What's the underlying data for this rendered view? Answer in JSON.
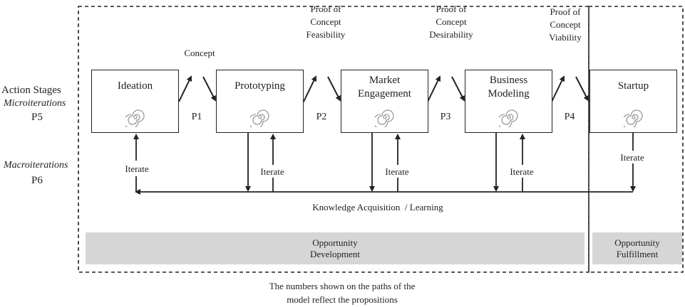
{
  "side_labels": {
    "action_stages": "Action Stages",
    "microiterations": "Microiterations",
    "p5": "P5",
    "macroiterations": "Macroiterations",
    "p6": "P6"
  },
  "stages": [
    {
      "title_lines": [
        "Ideation"
      ]
    },
    {
      "title_lines": [
        "Prototyping"
      ]
    },
    {
      "title_lines": [
        "Market",
        "Engagement"
      ]
    },
    {
      "title_lines": [
        "Business",
        "Modeling"
      ]
    },
    {
      "title_lines": [
        "Startup"
      ]
    }
  ],
  "transitions": [
    {
      "label_lines": [
        "Concept"
      ],
      "prop": "P1"
    },
    {
      "label_lines": [
        "Proof of",
        "Concept",
        "Feasibility"
      ],
      "prop": "P2"
    },
    {
      "label_lines": [
        "Proof of",
        "Concept",
        "Desirability"
      ],
      "prop": "P3"
    },
    {
      "label_lines": [
        "Proof of",
        "Concept",
        "Viability"
      ],
      "prop": "P4"
    }
  ],
  "iterate_label": "Iterate",
  "learning_label": "Knowledge Acquisition  / Learning",
  "bands": {
    "development": [
      "Opportunity",
      "Development"
    ],
    "fulfillment": [
      "Opportunity",
      "Fulfillment"
    ]
  },
  "caption": [
    "The numbers shown on the paths of the",
    "model reflect the propositions"
  ]
}
